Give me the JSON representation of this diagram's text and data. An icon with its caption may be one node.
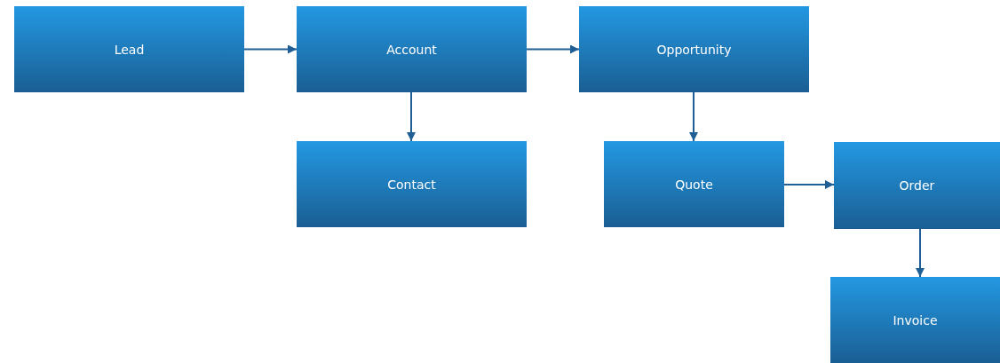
{
  "diagram": {
    "nodes": [
      {
        "text": [
          "Lead"
        ]
      },
      {
        "text": [
          "Account"
        ]
      },
      {
        "text": [
          "Opportunity"
        ]
      },
      {
        "text": [
          "Contact"
        ]
      },
      {
        "text": [
          "Quote"
        ]
      },
      {
        "text": [
          "Order"
        ]
      },
      {
        "text": [
          "Invoice"
        ]
      }
    ],
    "edges": [
      {
        "from": 0,
        "to": 1,
        "arrow": "to"
      },
      {
        "from": 1,
        "to": 2,
        "arrow": "to"
      },
      {
        "from": 1,
        "to": 3,
        "arrow": "to"
      },
      {
        "from": 2,
        "to": 4,
        "arrow": "to"
      },
      {
        "from": 4,
        "to": 5,
        "arrow": "to"
      },
      {
        "from": 5,
        "to": 6,
        "arrow": "to"
      }
    ]
  }
}
